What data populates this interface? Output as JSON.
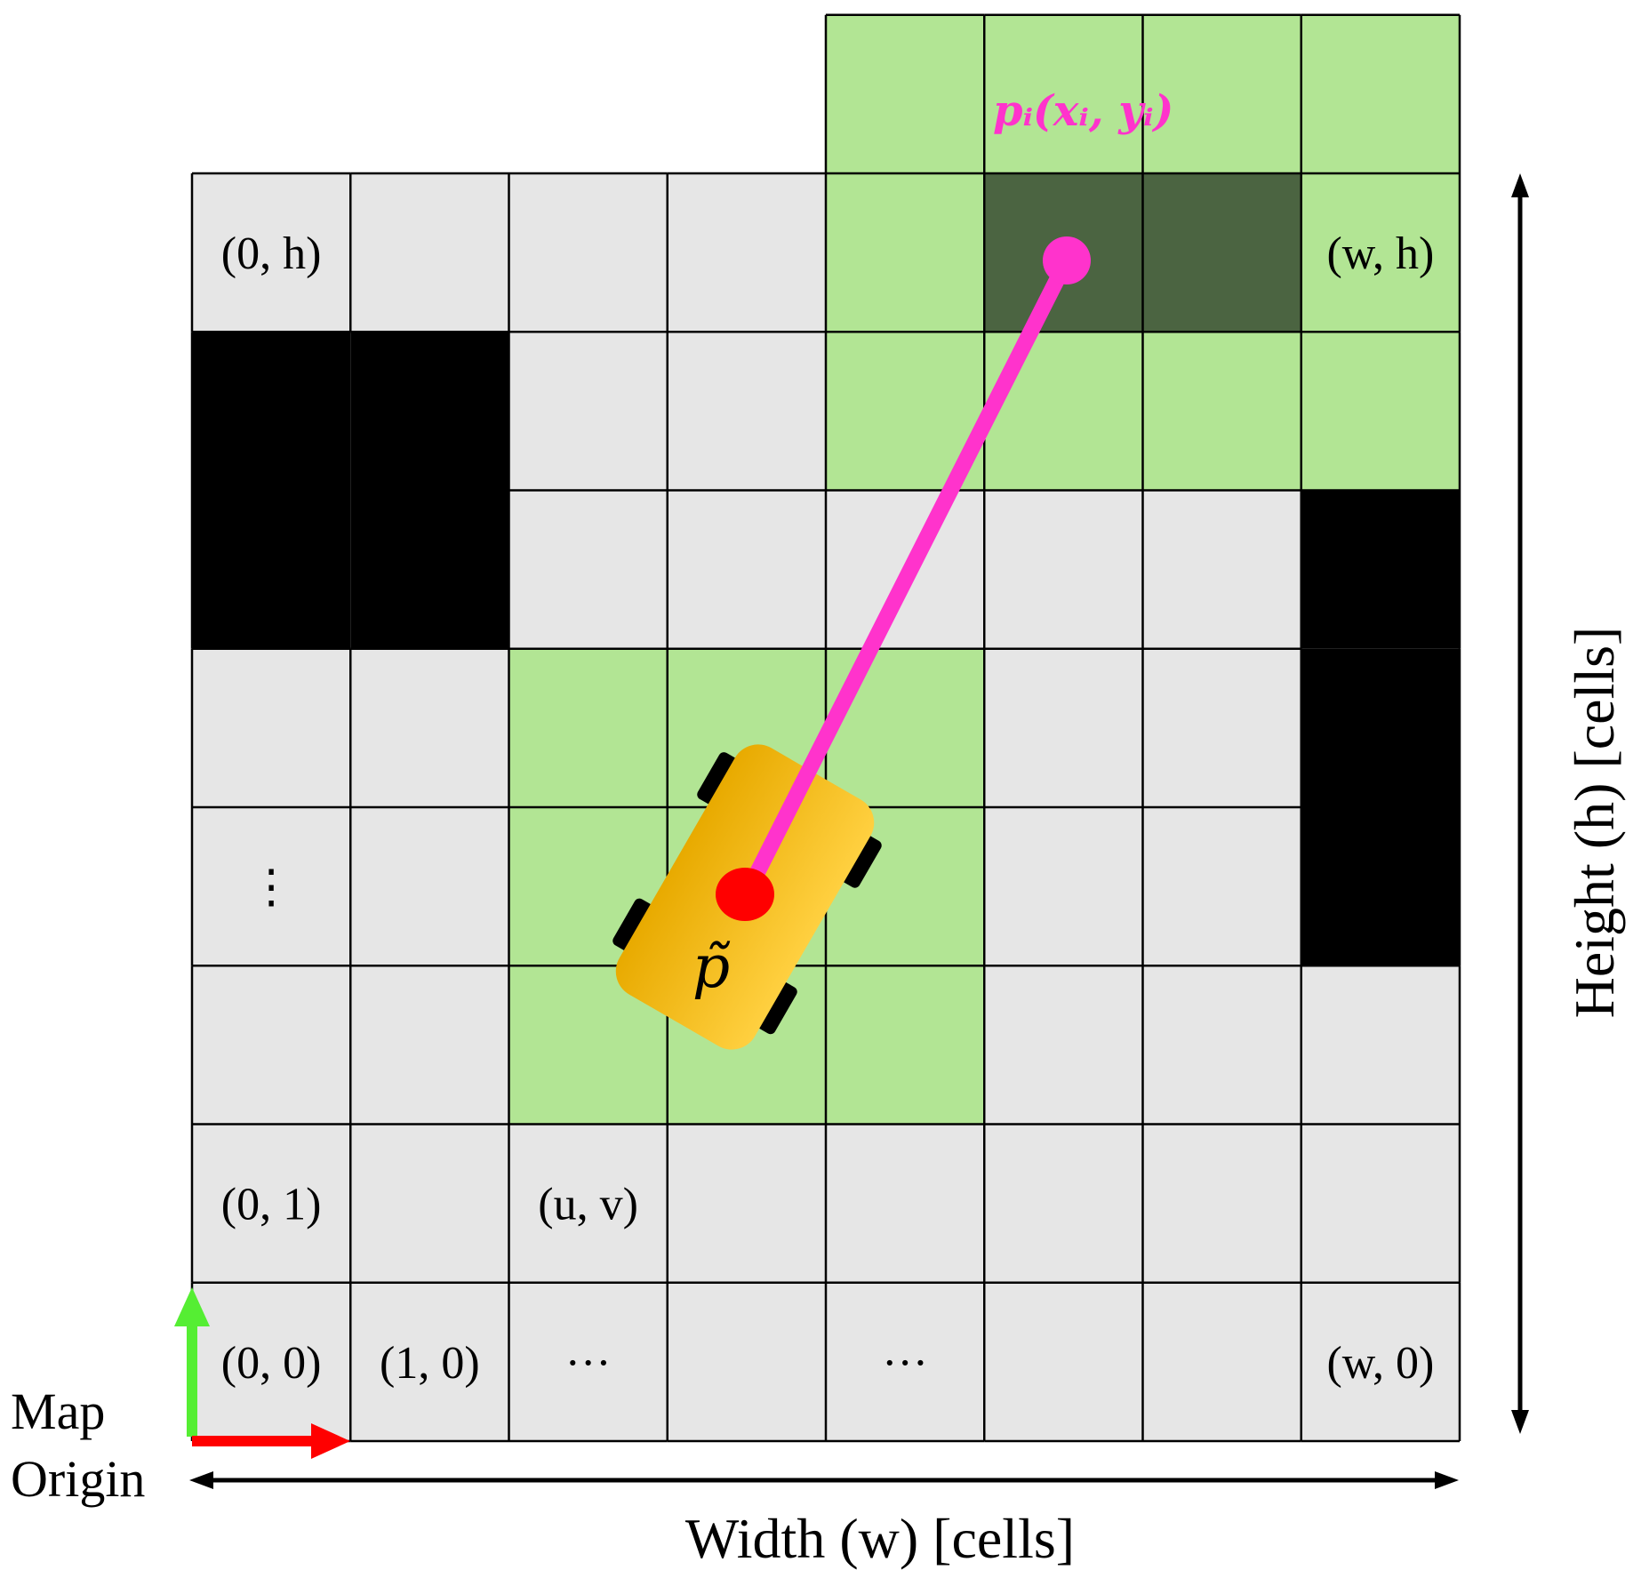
{
  "grid": {
    "cols": 8,
    "rows": 8,
    "colors": {
      "free": "#e6e6e6",
      "occupied": "#000000",
      "region": "#b2e594",
      "target_cell": "#4b6441",
      "line": "#000000"
    },
    "occupied_cells": [
      [
        0,
        5
      ],
      [
        1,
        5
      ],
      [
        0,
        6
      ],
      [
        1,
        6
      ],
      [
        7,
        3
      ],
      [
        7,
        4
      ],
      [
        7,
        5
      ]
    ],
    "local_region_cells": [
      [
        2,
        2
      ],
      [
        3,
        2
      ],
      [
        4,
        2
      ],
      [
        2,
        3
      ],
      [
        3,
        3
      ],
      [
        4,
        3
      ],
      [
        2,
        4
      ],
      [
        3,
        4
      ],
      [
        4,
        4
      ]
    ],
    "target_region_cells": [
      [
        4,
        6
      ],
      [
        5,
        6
      ],
      [
        6,
        6
      ],
      [
        7,
        6
      ],
      [
        4,
        7
      ],
      [
        7,
        7
      ],
      [
        4,
        8
      ],
      [
        5,
        8
      ],
      [
        6,
        8
      ],
      [
        7,
        8
      ]
    ],
    "target_cells": [
      [
        5,
        7
      ],
      [
        6,
        7
      ]
    ]
  },
  "cell_labels": [
    {
      "text": "(0, h)",
      "col": 0,
      "row": 7
    },
    {
      "text": "(w, h)",
      "col": 7,
      "row": 7
    },
    {
      "text": "⋮",
      "col": 0,
      "row": 3
    },
    {
      "text": "(0, 1)",
      "col": 0,
      "row": 1
    },
    {
      "text": "(u, v)",
      "col": 2,
      "row": 1
    },
    {
      "text": "(0, 0)",
      "col": 0,
      "row": 0
    },
    {
      "text": "(1, 0)",
      "col": 1,
      "row": 0
    },
    {
      "text": "···",
      "col": 2,
      "row": 0
    },
    {
      "text": "···",
      "col": 4,
      "row": 0
    },
    {
      "text": "(w, 0)",
      "col": 7,
      "row": 0
    }
  ],
  "robot": {
    "label": "p̃",
    "body_color": "#f7c01c",
    "dot_color": "#ff0000",
    "wheel_color": "#000000"
  },
  "target_point": {
    "label": "pᵢ(xᵢ, yᵢ)",
    "color": "#ff33cc"
  },
  "axes": {
    "width_label": "Width (w) [cells]",
    "height_label": "Height (h) [cells]",
    "origin_label_line1": "Map",
    "origin_label_line2": "Origin",
    "x_arrow_color": "#ff0000",
    "y_arrow_color": "#55ee33"
  }
}
